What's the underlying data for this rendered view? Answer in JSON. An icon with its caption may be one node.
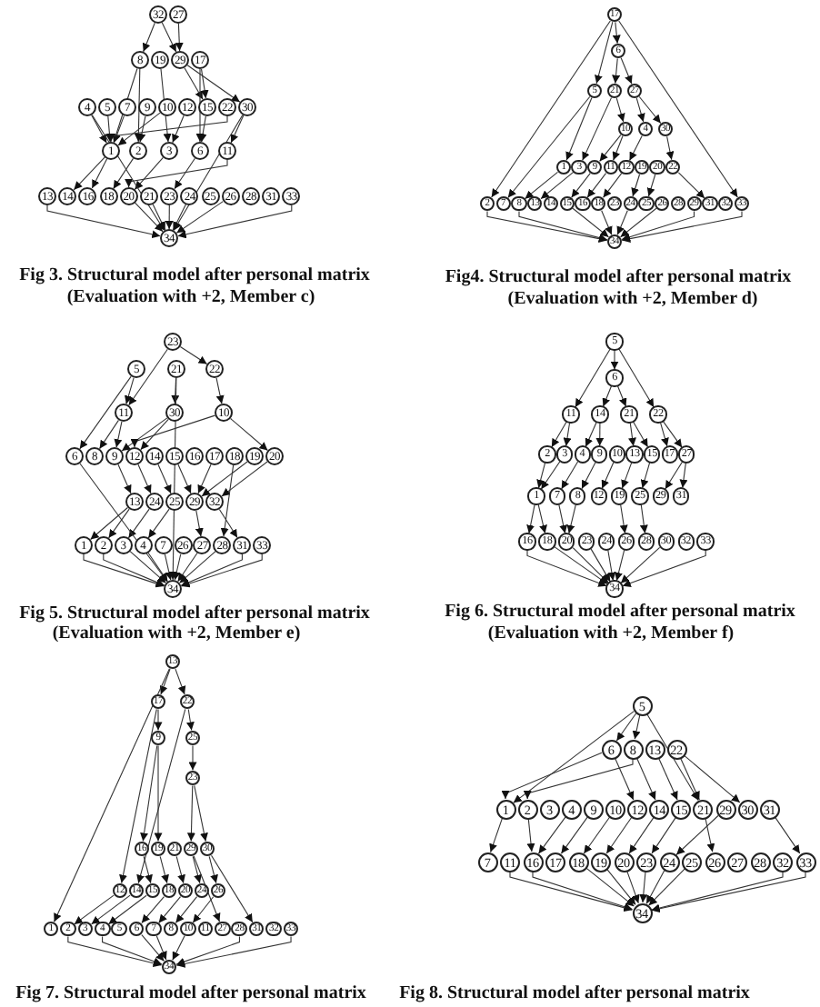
{
  "diagram": {
    "nodes": [
      {
        "text": [
          "32"
        ]
      },
      {
        "text": [
          "27"
        ]
      },
      {
        "text": [
          "8"
        ]
      },
      {
        "text": [
          "19"
        ]
      },
      {
        "text": [
          "29"
        ]
      },
      {
        "text": [
          "17"
        ]
      },
      {
        "text": [
          "4"
        ]
      },
      {
        "text": [
          "5"
        ]
      },
      {
        "text": [
          "7"
        ]
      },
      {
        "text": [
          "9"
        ]
      },
      {
        "text": [
          "10"
        ]
      },
      {
        "text": [
          "12"
        ]
      },
      {
        "text": [
          "15"
        ]
      },
      {
        "text": [
          "22"
        ]
      },
      {
        "text": [
          "30"
        ]
      },
      {
        "text": [
          "1"
        ]
      },
      {
        "text": [
          "2"
        ]
      },
      {
        "text": [
          "3"
        ]
      },
      {
        "text": [
          "6"
        ]
      },
      {
        "text": [
          "11"
        ]
      },
      {
        "text": [
          "13"
        ]
      },
      {
        "text": [
          "14"
        ]
      },
      {
        "text": [
          "16"
        ]
      },
      {
        "text": [
          "18"
        ]
      },
      {
        "text": [
          "20"
        ]
      },
      {
        "text": [
          "21"
        ]
      },
      {
        "text": [
          "23"
        ]
      },
      {
        "text": [
          "24"
        ]
      },
      {
        "text": [
          "25"
        ]
      },
      {
        "text": [
          "26"
        ]
      },
      {
        "text": [
          "28"
        ]
      },
      {
        "text": [
          "31"
        ]
      },
      {
        "text": [
          "33"
        ]
      },
      {
        "text": [
          "34"
        ]
      },
      {
        "text": [
          "17"
        ]
      },
      {
        "text": [
          "6"
        ]
      },
      {
        "text": [
          "5"
        ]
      },
      {
        "text": [
          "21"
        ]
      },
      {
        "text": [
          "27"
        ]
      },
      {
        "text": [
          "10"
        ]
      },
      {
        "text": [
          "4"
        ]
      },
      {
        "text": [
          "30"
        ]
      },
      {
        "text": [
          "1"
        ]
      },
      {
        "text": [
          "3"
        ]
      },
      {
        "text": [
          "9"
        ]
      },
      {
        "text": [
          "11"
        ]
      },
      {
        "text": [
          "12"
        ]
      },
      {
        "text": [
          "19"
        ]
      },
      {
        "text": [
          "20"
        ]
      },
      {
        "text": [
          "22"
        ]
      },
      {
        "text": [
          "2"
        ]
      },
      {
        "text": [
          "7"
        ]
      },
      {
        "text": [
          "8"
        ]
      },
      {
        "text": [
          "13"
        ]
      },
      {
        "text": [
          "14"
        ]
      },
      {
        "text": [
          "15"
        ]
      },
      {
        "text": [
          "16"
        ]
      },
      {
        "text": [
          "18"
        ]
      },
      {
        "text": [
          "23"
        ]
      },
      {
        "text": [
          "24"
        ]
      },
      {
        "text": [
          "25"
        ]
      },
      {
        "text": [
          "26"
        ]
      },
      {
        "text": [
          "28"
        ]
      },
      {
        "text": [
          "29"
        ]
      },
      {
        "text": [
          "31"
        ]
      },
      {
        "text": [
          "32"
        ]
      },
      {
        "text": [
          "33"
        ]
      },
      {
        "text": [
          "34"
        ]
      },
      {
        "text": [
          "23"
        ]
      },
      {
        "text": [
          "5"
        ]
      },
      {
        "text": [
          "21"
        ]
      },
      {
        "text": [
          "22"
        ]
      },
      {
        "text": [
          "11"
        ]
      },
      {
        "text": [
          "30"
        ]
      },
      {
        "text": [
          "10"
        ]
      },
      {
        "text": [
          "6"
        ]
      },
      {
        "text": [
          "8"
        ]
      },
      {
        "text": [
          "9"
        ]
      },
      {
        "text": [
          "12"
        ]
      },
      {
        "text": [
          "14"
        ]
      },
      {
        "text": [
          "15"
        ]
      },
      {
        "text": [
          "16"
        ]
      },
      {
        "text": [
          "17"
        ]
      },
      {
        "text": [
          "18"
        ]
      },
      {
        "text": [
          "19"
        ]
      },
      {
        "text": [
          "20"
        ]
      },
      {
        "text": [
          "13"
        ]
      },
      {
        "text": [
          "24"
        ]
      },
      {
        "text": [
          "25"
        ]
      },
      {
        "text": [
          "29"
        ]
      },
      {
        "text": [
          "32"
        ]
      },
      {
        "text": [
          "1"
        ]
      },
      {
        "text": [
          "2"
        ]
      },
      {
        "text": [
          "3"
        ]
      },
      {
        "text": [
          "4"
        ]
      },
      {
        "text": [
          "7"
        ]
      },
      {
        "text": [
          "26"
        ]
      },
      {
        "text": [
          "27"
        ]
      },
      {
        "text": [
          "28"
        ]
      },
      {
        "text": [
          "31"
        ]
      },
      {
        "text": [
          "33"
        ]
      },
      {
        "text": [
          "34"
        ]
      },
      {
        "text": [
          "5"
        ]
      },
      {
        "text": [
          "6"
        ]
      },
      {
        "text": [
          "11"
        ]
      },
      {
        "text": [
          "14"
        ]
      },
      {
        "text": [
          "21"
        ]
      },
      {
        "text": [
          "22"
        ]
      },
      {
        "text": [
          "2"
        ]
      },
      {
        "text": [
          "3"
        ]
      },
      {
        "text": [
          "4"
        ]
      },
      {
        "text": [
          "9"
        ]
      },
      {
        "text": [
          "10"
        ]
      },
      {
        "text": [
          "13"
        ]
      },
      {
        "text": [
          "15"
        ]
      },
      {
        "text": [
          "17"
        ]
      },
      {
        "text": [
          "27"
        ]
      },
      {
        "text": [
          "1"
        ]
      },
      {
        "text": [
          "7"
        ]
      },
      {
        "text": [
          "8"
        ]
      },
      {
        "text": [
          "12"
        ]
      },
      {
        "text": [
          "19"
        ]
      },
      {
        "text": [
          "25"
        ]
      },
      {
        "text": [
          "29"
        ]
      },
      {
        "text": [
          "31"
        ]
      },
      {
        "text": [
          "16"
        ]
      },
      {
        "text": [
          "18"
        ]
      },
      {
        "text": [
          "20"
        ]
      },
      {
        "text": [
          "23"
        ]
      },
      {
        "text": [
          "24"
        ]
      },
      {
        "text": [
          "26"
        ]
      },
      {
        "text": [
          "28"
        ]
      },
      {
        "text": [
          "30"
        ]
      },
      {
        "text": [
          "32"
        ]
      },
      {
        "text": [
          "33"
        ]
      },
      {
        "text": [
          "34"
        ]
      },
      {
        "text": [
          "13"
        ]
      },
      {
        "text": [
          "17"
        ]
      },
      {
        "text": [
          "22"
        ]
      },
      {
        "text": [
          "9"
        ]
      },
      {
        "text": [
          "25"
        ]
      },
      {
        "text": [
          "23"
        ]
      },
      {
        "text": [
          "16"
        ]
      },
      {
        "text": [
          "19"
        ]
      },
      {
        "text": [
          "21"
        ]
      },
      {
        "text": [
          "29"
        ]
      },
      {
        "text": [
          "30"
        ]
      },
      {
        "text": [
          "12"
        ]
      },
      {
        "text": [
          "14"
        ]
      },
      {
        "text": [
          "15"
        ]
      },
      {
        "text": [
          "18"
        ]
      },
      {
        "text": [
          "20"
        ]
      },
      {
        "text": [
          "24"
        ]
      },
      {
        "text": [
          "26"
        ]
      },
      {
        "text": [
          "1"
        ]
      },
      {
        "text": [
          "2"
        ]
      },
      {
        "text": [
          "3"
        ]
      },
      {
        "text": [
          "4"
        ]
      },
      {
        "text": [
          "5"
        ]
      },
      {
        "text": [
          "6"
        ]
      },
      {
        "text": [
          "7"
        ]
      },
      {
        "text": [
          "8"
        ]
      },
      {
        "text": [
          "10"
        ]
      },
      {
        "text": [
          "11"
        ]
      },
      {
        "text": [
          "27"
        ]
      },
      {
        "text": [
          "28"
        ]
      },
      {
        "text": [
          "31"
        ]
      },
      {
        "text": [
          "32"
        ]
      },
      {
        "text": [
          "33"
        ]
      },
      {
        "text": [
          "34"
        ]
      },
      {
        "text": [
          "5"
        ]
      },
      {
        "text": [
          "6"
        ]
      },
      {
        "text": [
          "8"
        ]
      },
      {
        "text": [
          "13"
        ]
      },
      {
        "text": [
          "22"
        ]
      },
      {
        "text": [
          "1"
        ]
      },
      {
        "text": [
          "2"
        ]
      },
      {
        "text": [
          "3"
        ]
      },
      {
        "text": [
          "4"
        ]
      },
      {
        "text": [
          "9"
        ]
      },
      {
        "text": [
          "10"
        ]
      },
      {
        "text": [
          "12"
        ]
      },
      {
        "text": [
          "14"
        ]
      },
      {
        "text": [
          "15"
        ]
      },
      {
        "text": [
          "21"
        ]
      },
      {
        "text": [
          "29"
        ]
      },
      {
        "text": [
          "30"
        ]
      },
      {
        "text": [
          "31"
        ]
      },
      {
        "text": [
          "7"
        ]
      },
      {
        "text": [
          "11"
        ]
      },
      {
        "text": [
          "16"
        ]
      },
      {
        "text": [
          "17"
        ]
      },
      {
        "text": [
          "18"
        ]
      },
      {
        "text": [
          "19"
        ]
      },
      {
        "text": [
          "20"
        ]
      },
      {
        "text": [
          "23"
        ]
      },
      {
        "text": [
          "24"
        ]
      },
      {
        "text": [
          "25"
        ]
      },
      {
        "text": [
          "26"
        ]
      },
      {
        "text": [
          "27"
        ]
      },
      {
        "text": [
          "28"
        ]
      },
      {
        "text": [
          "32"
        ]
      },
      {
        "text": [
          "33"
        ]
      },
      {
        "text": [
          "34"
        ]
      }
    ],
    "edges": [
      {
        "from": 0,
        "to": 2,
        "arrow": "to"
      },
      {
        "from": 0,
        "to": 4,
        "arrow": "to"
      },
      {
        "from": 1,
        "to": 4,
        "arrow": "to"
      },
      {
        "from": 2,
        "to": 15,
        "arrow": "to"
      },
      {
        "from": 2,
        "to": 16,
        "arrow": "to"
      },
      {
        "from": 3,
        "to": 17,
        "arrow": "to"
      },
      {
        "from": 4,
        "to": 12,
        "arrow": "to"
      },
      {
        "from": 4,
        "to": 14,
        "arrow": "to"
      },
      {
        "from": 5,
        "to": 12,
        "arrow": "to"
      },
      {
        "from": 5,
        "to": 18,
        "arrow": "to"
      },
      {
        "from": 6,
        "to": 15,
        "arrow": "to"
      },
      {
        "from": 7,
        "to": 15,
        "arrow": "to"
      },
      {
        "from": 8,
        "to": 15,
        "arrow": "to"
      },
      {
        "from": 9,
        "to": 16,
        "arrow": "to"
      },
      {
        "from": 10,
        "to": 15,
        "arrow": "to"
      },
      {
        "from": 11,
        "to": 17,
        "arrow": "to"
      },
      {
        "from": 12,
        "to": 18,
        "arrow": "to"
      },
      {
        "from": 13,
        "to": 15,
        "arrow": "to"
      },
      {
        "from": 14,
        "to": 19,
        "arrow": "to"
      },
      {
        "from": 15,
        "to": 21,
        "arrow": "to"
      },
      {
        "from": 15,
        "to": 22,
        "arrow": "to"
      },
      {
        "from": 16,
        "to": 23,
        "arrow": "to"
      },
      {
        "from": 17,
        "to": 24,
        "arrow": "to"
      },
      {
        "from": 18,
        "to": 26,
        "arrow": "to"
      },
      {
        "from": 19,
        "to": 24,
        "arrow": "to"
      },
      {
        "from": 14,
        "to": 33,
        "arrow": "to"
      },
      {
        "from": 20,
        "to": 33,
        "arrow": "to"
      },
      {
        "from": 24,
        "to": 33,
        "arrow": "to"
      },
      {
        "from": 25,
        "to": 33,
        "arrow": "to"
      },
      {
        "from": 26,
        "to": 33,
        "arrow": "to"
      },
      {
        "from": 27,
        "to": 33,
        "arrow": "to"
      },
      {
        "from": 29,
        "to": 33,
        "arrow": "to"
      },
      {
        "from": 32,
        "to": 33,
        "arrow": "to"
      },
      {
        "from": 6,
        "to": 33,
        "arrow": "to"
      },
      {
        "from": 34,
        "to": 35,
        "arrow": "to"
      },
      {
        "from": 34,
        "to": 50,
        "arrow": "to"
      },
      {
        "from": 34,
        "to": 66,
        "arrow": "to"
      },
      {
        "from": 34,
        "to": 36,
        "arrow": "to"
      },
      {
        "from": 35,
        "to": 37,
        "arrow": "to"
      },
      {
        "from": 35,
        "to": 38,
        "arrow": "to"
      },
      {
        "from": 36,
        "to": 42,
        "arrow": "to"
      },
      {
        "from": 36,
        "to": 51,
        "arrow": "to"
      },
      {
        "from": 37,
        "to": 39,
        "arrow": "to"
      },
      {
        "from": 37,
        "to": 43,
        "arrow": "to"
      },
      {
        "from": 38,
        "to": 40,
        "arrow": "to"
      },
      {
        "from": 38,
        "to": 41,
        "arrow": "to"
      },
      {
        "from": 39,
        "to": 44,
        "arrow": "to"
      },
      {
        "from": 39,
        "to": 45,
        "arrow": "to"
      },
      {
        "from": 40,
        "to": 46,
        "arrow": "to"
      },
      {
        "from": 41,
        "to": 49,
        "arrow": "to"
      },
      {
        "from": 42,
        "to": 52,
        "arrow": "to"
      },
      {
        "from": 43,
        "to": 53,
        "arrow": "to"
      },
      {
        "from": 44,
        "to": 55,
        "arrow": "to"
      },
      {
        "from": 45,
        "to": 56,
        "arrow": "to"
      },
      {
        "from": 46,
        "to": 57,
        "arrow": "to"
      },
      {
        "from": 47,
        "to": 59,
        "arrow": "to"
      },
      {
        "from": 48,
        "to": 60,
        "arrow": "to"
      },
      {
        "from": 49,
        "to": 64,
        "arrow": "to"
      },
      {
        "from": 50,
        "to": 67,
        "arrow": "to"
      },
      {
        "from": 52,
        "to": 67,
        "arrow": "to"
      },
      {
        "from": 55,
        "to": 67,
        "arrow": "to"
      },
      {
        "from": 57,
        "to": 67,
        "arrow": "to"
      },
      {
        "from": 59,
        "to": 67,
        "arrow": "to"
      },
      {
        "from": 61,
        "to": 67,
        "arrow": "to"
      },
      {
        "from": 63,
        "to": 67,
        "arrow": "to"
      },
      {
        "from": 66,
        "to": 67,
        "arrow": "to"
      },
      {
        "from": 68,
        "to": 71,
        "arrow": "to"
      },
      {
        "from": 68,
        "to": 72,
        "arrow": "to"
      },
      {
        "from": 69,
        "to": 72,
        "arrow": "to"
      },
      {
        "from": 69,
        "to": 75,
        "arrow": "to"
      },
      {
        "from": 70,
        "to": 73,
        "arrow": "to"
      },
      {
        "from": 70,
        "to": 101,
        "arrow": "to"
      },
      {
        "from": 71,
        "to": 74,
        "arrow": "to"
      },
      {
        "from": 72,
        "to": 76,
        "arrow": "to"
      },
      {
        "from": 72,
        "to": 77,
        "arrow": "to"
      },
      {
        "from": 73,
        "to": 77,
        "arrow": "to"
      },
      {
        "from": 73,
        "to": 78,
        "arrow": "to"
      },
      {
        "from": 74,
        "to": 78,
        "arrow": "to"
      },
      {
        "from": 74,
        "to": 85,
        "arrow": "to"
      },
      {
        "from": 77,
        "to": 86,
        "arrow": "to"
      },
      {
        "from": 78,
        "to": 87,
        "arrow": "to"
      },
      {
        "from": 80,
        "to": 89,
        "arrow": "to"
      },
      {
        "from": 82,
        "to": 89,
        "arrow": "to"
      },
      {
        "from": 84,
        "to": 89,
        "arrow": "to"
      },
      {
        "from": 85,
        "to": 90,
        "arrow": "to"
      },
      {
        "from": 79,
        "to": 88,
        "arrow": "to"
      },
      {
        "from": 86,
        "to": 91,
        "arrow": "to"
      },
      {
        "from": 86,
        "to": 92,
        "arrow": "to"
      },
      {
        "from": 87,
        "to": 93,
        "arrow": "to"
      },
      {
        "from": 88,
        "to": 94,
        "arrow": "to"
      },
      {
        "from": 89,
        "to": 97,
        "arrow": "to"
      },
      {
        "from": 90,
        "to": 99,
        "arrow": "to"
      },
      {
        "from": 83,
        "to": 98,
        "arrow": "to"
      },
      {
        "from": 91,
        "to": 101,
        "arrow": "to"
      },
      {
        "from": 92,
        "to": 101,
        "arrow": "to"
      },
      {
        "from": 93,
        "to": 101,
        "arrow": "to"
      },
      {
        "from": 94,
        "to": 101,
        "arrow": "to"
      },
      {
        "from": 95,
        "to": 101,
        "arrow": "to"
      },
      {
        "from": 96,
        "to": 101,
        "arrow": "to"
      },
      {
        "from": 97,
        "to": 101,
        "arrow": "to"
      },
      {
        "from": 98,
        "to": 101,
        "arrow": "to"
      },
      {
        "from": 99,
        "to": 101,
        "arrow": "to"
      },
      {
        "from": 100,
        "to": 101,
        "arrow": "to"
      },
      {
        "from": 75,
        "to": 101,
        "arrow": "to"
      },
      {
        "from": 102,
        "to": 103,
        "arrow": "to"
      },
      {
        "from": 102,
        "to": 104,
        "arrow": "to"
      },
      {
        "from": 102,
        "to": 107,
        "arrow": "to"
      },
      {
        "from": 103,
        "to": 105,
        "arrow": "to"
      },
      {
        "from": 103,
        "to": 106,
        "arrow": "to"
      },
      {
        "from": 104,
        "to": 108,
        "arrow": "to"
      },
      {
        "from": 104,
        "to": 109,
        "arrow": "to"
      },
      {
        "from": 105,
        "to": 110,
        "arrow": "to"
      },
      {
        "from": 105,
        "to": 111,
        "arrow": "to"
      },
      {
        "from": 106,
        "to": 113,
        "arrow": "to"
      },
      {
        "from": 106,
        "to": 114,
        "arrow": "to"
      },
      {
        "from": 107,
        "to": 115,
        "arrow": "to"
      },
      {
        "from": 107,
        "to": 116,
        "arrow": "to"
      },
      {
        "from": 108,
        "to": 117,
        "arrow": "to"
      },
      {
        "from": 109,
        "to": 117,
        "arrow": "to"
      },
      {
        "from": 110,
        "to": 118,
        "arrow": "to"
      },
      {
        "from": 111,
        "to": 119,
        "arrow": "to"
      },
      {
        "from": 112,
        "to": 120,
        "arrow": "to"
      },
      {
        "from": 113,
        "to": 121,
        "arrow": "to"
      },
      {
        "from": 114,
        "to": 122,
        "arrow": "to"
      },
      {
        "from": 116,
        "to": 123,
        "arrow": "to"
      },
      {
        "from": 116,
        "to": 124,
        "arrow": "to"
      },
      {
        "from": 117,
        "to": 125,
        "arrow": "to"
      },
      {
        "from": 117,
        "to": 126,
        "arrow": "to"
      },
      {
        "from": 118,
        "to": 127,
        "arrow": "to"
      },
      {
        "from": 119,
        "to": 127,
        "arrow": "to"
      },
      {
        "from": 121,
        "to": 130,
        "arrow": "to"
      },
      {
        "from": 122,
        "to": 131,
        "arrow": "to"
      },
      {
        "from": 125,
        "to": 135,
        "arrow": "to"
      },
      {
        "from": 126,
        "to": 135,
        "arrow": "to"
      },
      {
        "from": 127,
        "to": 135,
        "arrow": "to"
      },
      {
        "from": 128,
        "to": 135,
        "arrow": "to"
      },
      {
        "from": 129,
        "to": 135,
        "arrow": "to"
      },
      {
        "from": 130,
        "to": 135,
        "arrow": "to"
      },
      {
        "from": 132,
        "to": 135,
        "arrow": "to"
      },
      {
        "from": 134,
        "to": 135,
        "arrow": "to"
      },
      {
        "from": 136,
        "to": 137,
        "arrow": "to"
      },
      {
        "from": 136,
        "to": 138,
        "arrow": "to"
      },
      {
        "from": 136,
        "to": 154,
        "arrow": "to"
      },
      {
        "from": 137,
        "to": 139,
        "arrow": "to"
      },
      {
        "from": 138,
        "to": 140,
        "arrow": "to"
      },
      {
        "from": 140,
        "to": 141,
        "arrow": "to"
      },
      {
        "from": 139,
        "to": 142,
        "arrow": "to"
      },
      {
        "from": 139,
        "to": 143,
        "arrow": "to"
      },
      {
        "from": 141,
        "to": 145,
        "arrow": "to"
      },
      {
        "from": 141,
        "to": 146,
        "arrow": "to"
      },
      {
        "from": 137,
        "to": 147,
        "arrow": "to"
      },
      {
        "from": 138,
        "to": 148,
        "arrow": "to"
      },
      {
        "from": 142,
        "to": 149,
        "arrow": "to"
      },
      {
        "from": 143,
        "to": 150,
        "arrow": "to"
      },
      {
        "from": 144,
        "to": 151,
        "arrow": "to"
      },
      {
        "from": 145,
        "to": 152,
        "arrow": "to"
      },
      {
        "from": 146,
        "to": 153,
        "arrow": "to"
      },
      {
        "from": 146,
        "to": 166,
        "arrow": "to"
      },
      {
        "from": 147,
        "to": 155,
        "arrow": "to"
      },
      {
        "from": 148,
        "to": 156,
        "arrow": "to"
      },
      {
        "from": 149,
        "to": 157,
        "arrow": "to"
      },
      {
        "from": 150,
        "to": 159,
        "arrow": "to"
      },
      {
        "from": 151,
        "to": 160,
        "arrow": "to"
      },
      {
        "from": 152,
        "to": 161,
        "arrow": "to"
      },
      {
        "from": 153,
        "to": 162,
        "arrow": "to"
      },
      {
        "from": 145,
        "to": 164,
        "arrow": "to"
      },
      {
        "from": 155,
        "to": 169,
        "arrow": "to"
      },
      {
        "from": 157,
        "to": 169,
        "arrow": "to"
      },
      {
        "from": 159,
        "to": 169,
        "arrow": "to"
      },
      {
        "from": 160,
        "to": 169,
        "arrow": "to"
      },
      {
        "from": 162,
        "to": 169,
        "arrow": "to"
      },
      {
        "from": 165,
        "to": 169,
        "arrow": "to"
      },
      {
        "from": 168,
        "to": 169,
        "arrow": "to"
      },
      {
        "from": 170,
        "to": 171,
        "arrow": "to"
      },
      {
        "from": 170,
        "to": 172,
        "arrow": "to"
      },
      {
        "from": 170,
        "to": 175,
        "arrow": "to"
      },
      {
        "from": 170,
        "to": 184,
        "arrow": "to"
      },
      {
        "from": 171,
        "to": 175,
        "arrow": "to"
      },
      {
        "from": 171,
        "to": 181,
        "arrow": "to"
      },
      {
        "from": 172,
        "to": 182,
        "arrow": "to"
      },
      {
        "from": 172,
        "to": 176,
        "arrow": "to"
      },
      {
        "from": 173,
        "to": 183,
        "arrow": "to"
      },
      {
        "from": 174,
        "to": 184,
        "arrow": "to"
      },
      {
        "from": 174,
        "to": 186,
        "arrow": "to"
      },
      {
        "from": 175,
        "to": 188,
        "arrow": "to"
      },
      {
        "from": 176,
        "to": 190,
        "arrow": "to"
      },
      {
        "from": 178,
        "to": 190,
        "arrow": "to"
      },
      {
        "from": 179,
        "to": 191,
        "arrow": "to"
      },
      {
        "from": 180,
        "to": 192,
        "arrow": "to"
      },
      {
        "from": 181,
        "to": 193,
        "arrow": "to"
      },
      {
        "from": 182,
        "to": 194,
        "arrow": "to"
      },
      {
        "from": 183,
        "to": 195,
        "arrow": "to"
      },
      {
        "from": 184,
        "to": 198,
        "arrow": "to"
      },
      {
        "from": 185,
        "to": 196,
        "arrow": "to"
      },
      {
        "from": 187,
        "to": 202,
        "arrow": "to"
      },
      {
        "from": 189,
        "to": 203,
        "arrow": "to"
      },
      {
        "from": 190,
        "to": 203,
        "arrow": "to"
      },
      {
        "from": 192,
        "to": 203,
        "arrow": "to"
      },
      {
        "from": 193,
        "to": 203,
        "arrow": "to"
      },
      {
        "from": 194,
        "to": 203,
        "arrow": "to"
      },
      {
        "from": 195,
        "to": 203,
        "arrow": "to"
      },
      {
        "from": 196,
        "to": 203,
        "arrow": "to"
      },
      {
        "from": 197,
        "to": 203,
        "arrow": "to"
      },
      {
        "from": 201,
        "to": 203,
        "arrow": "to"
      },
      {
        "from": 202,
        "to": 203,
        "arrow": "to"
      }
    ],
    "labels": [
      "Fig 3. Structural model after personal matrix",
      "(Evaluation with +2, Member c)",
      "Fig4. Structural model after personal matrix",
      "(Evaluation with +2, Member d)",
      "Fig 5. Structural model after personal matrix",
      "(Evaluation with +2, Member e)",
      "Fig 6. Structural model after personal matrix",
      "(Evaluation with +2, Member f)",
      "Fig 7. Structural model after personal matrix",
      "Fig 8. Structural model after personal matrix"
    ]
  }
}
